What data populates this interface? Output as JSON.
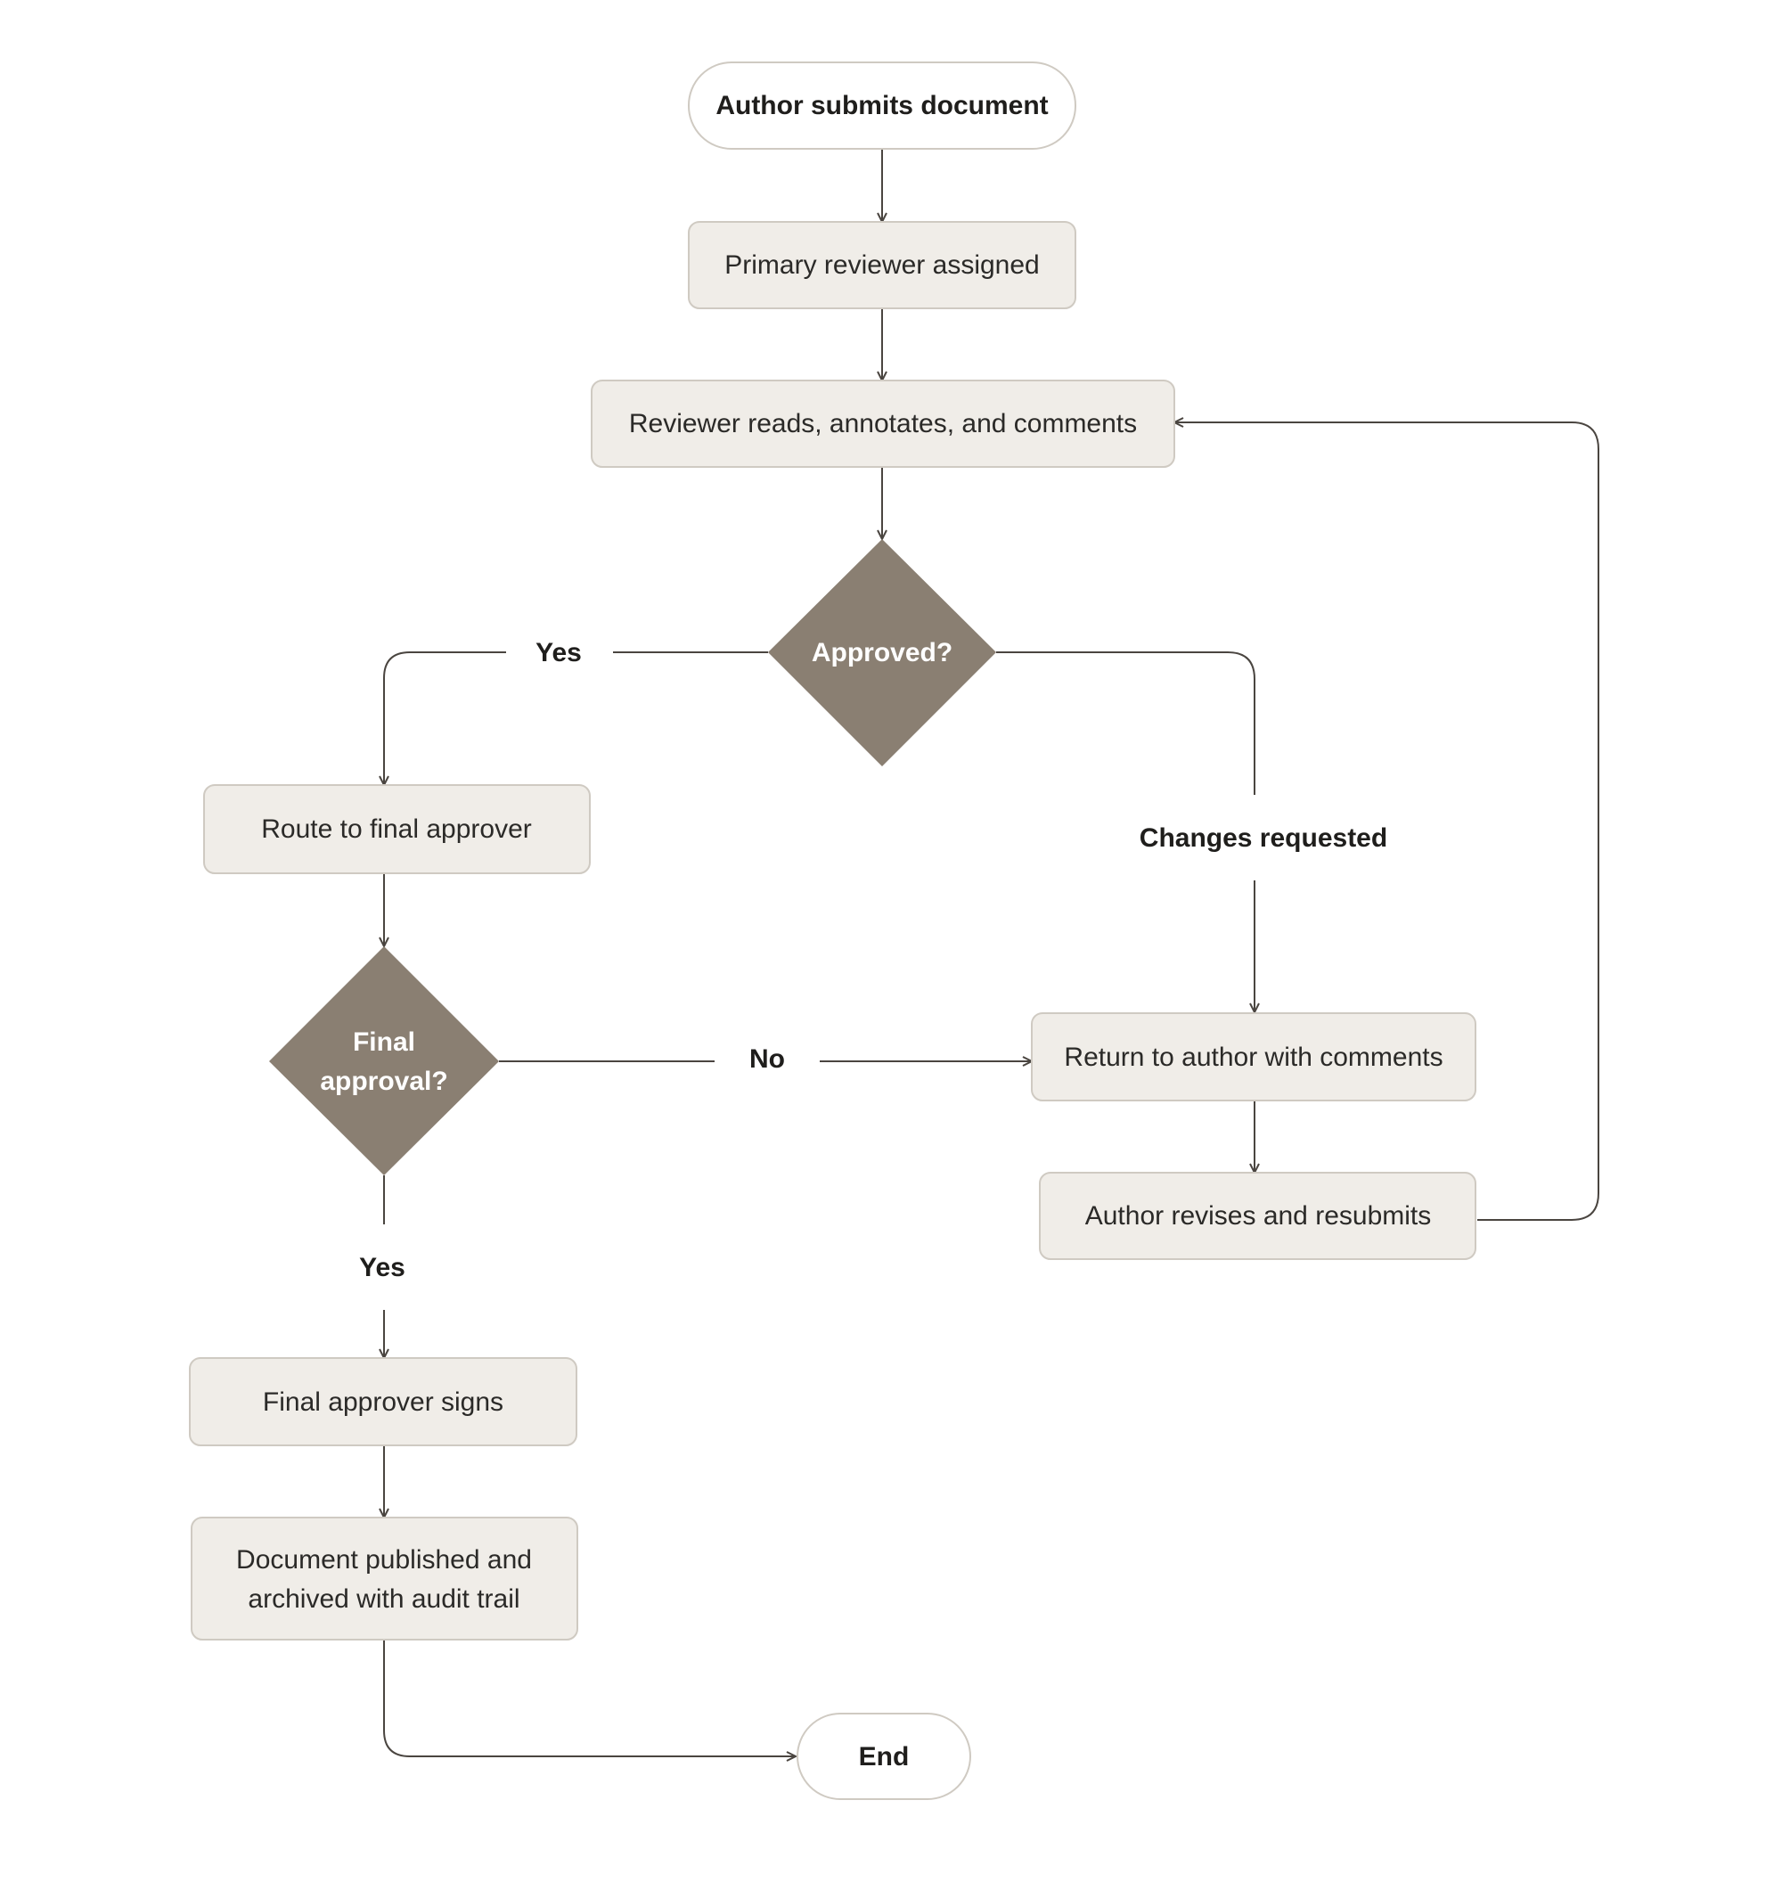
{
  "colors": {
    "box_fill": "#f0ede8",
    "box_stroke": "#cfcac2",
    "terminal_fill": "#ffffff",
    "diamond_fill": "#8a7f72",
    "line": "#4a4540"
  },
  "nodes": {
    "start": "Author submits document",
    "assign": "Primary reviewer assigned",
    "review": "Reviewer reads, annotates, and comments",
    "approved": "Approved?",
    "route": "Route to final approver",
    "final_q1": "Final",
    "final_q2": "approval?",
    "return_author": "Return to author with comments",
    "revise": "Author revises and resubmits",
    "signs": "Final approver signs",
    "published1": "Document published and",
    "published2": "archived with audit trail",
    "end": "End"
  },
  "edges": {
    "yes_approved": "Yes",
    "changes": "Changes requested",
    "no_final": "No",
    "yes_final": "Yes"
  }
}
